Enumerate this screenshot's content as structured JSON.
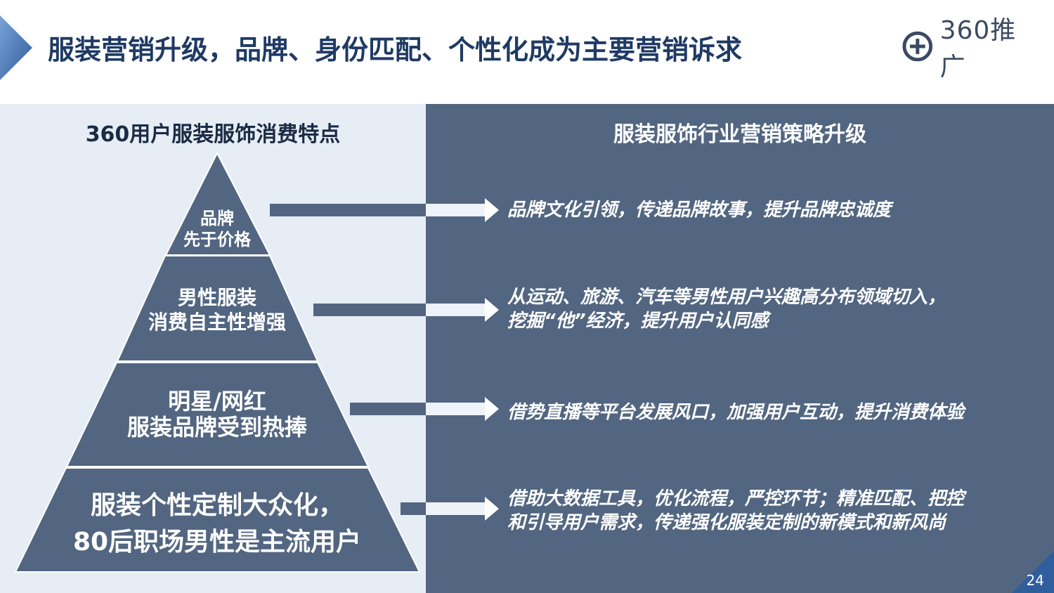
{
  "header": {
    "title": "服装营销升级，品牌、身份匹配、个性化成为主要营销诉求",
    "logo_text": "360推广",
    "logo_icon": "plus-circle-icon"
  },
  "left_column": {
    "heading": "360用户服装服饰消费特点",
    "tiers": [
      {
        "line1": "品牌",
        "line2": "先于价格"
      },
      {
        "line1": "男性服装",
        "line2": "消费自主性增强"
      },
      {
        "line1": "明星/网红",
        "line2": "服装品牌受到热捧"
      },
      {
        "line1": "服装个性定制大众化，",
        "line2": "80后职场男性是主流用户"
      }
    ]
  },
  "right_column": {
    "heading": "服装服饰行业营销策略升级",
    "strategies": [
      {
        "line1": "品牌文化引领，传递品牌故事，提升品牌忠诚度",
        "line2": ""
      },
      {
        "line1": "从运动、旅游、汽车等男性用户兴趣高分布领域切入，",
        "line2": "挖掘“他”经济，提升用户认同感"
      },
      {
        "line1": "借势直播等平台发展风口，加强用户互动，提升消费体验",
        "line2": ""
      },
      {
        "line1": "借助大数据工具，优化流程，严控环节；精准匹配、把控",
        "line2": "和引导用户需求，传递强化服装定制的新模式和新风尚"
      }
    ]
  },
  "footer": {
    "page_number": "24"
  },
  "colors": {
    "title": "#1f3a64",
    "left_panel": "#e7edf5",
    "right_panel": "#526681",
    "pyramid": "#526681",
    "accent": "#4a78b5"
  }
}
